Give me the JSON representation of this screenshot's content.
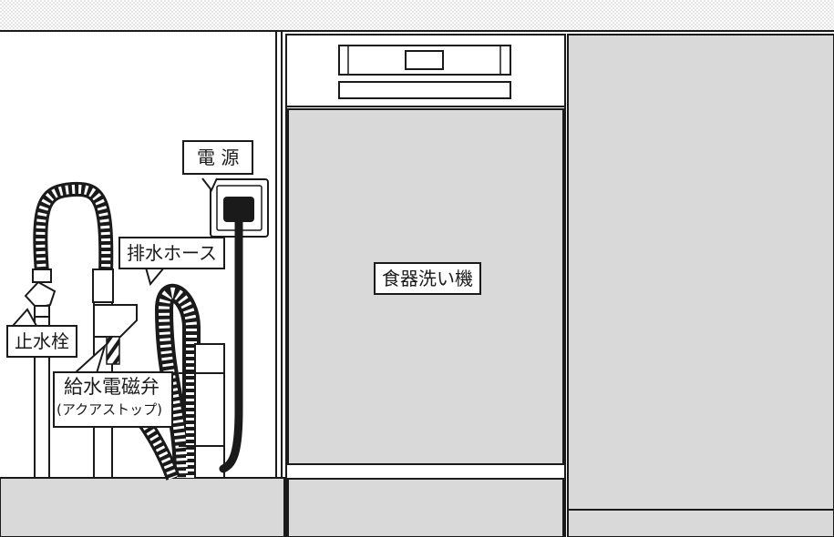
{
  "labels": {
    "power": "電 源",
    "drain_hose": "排水ホース",
    "dishwasher": "食器洗い機",
    "stop_valve": "止水栓",
    "solenoid_valve": "給水電磁弁",
    "solenoid_valve_sub": "(アクアストップ)"
  },
  "colors": {
    "outline": "#1a1a1a",
    "panel_gray": "#d9d9d9",
    "countertop_pattern": "#bdbdbd",
    "background": "#ffffff"
  },
  "icons": {
    "outlet": "power-outlet-icon",
    "plug": "plug-icon",
    "valve_handle": "valve-handle-icon"
  }
}
